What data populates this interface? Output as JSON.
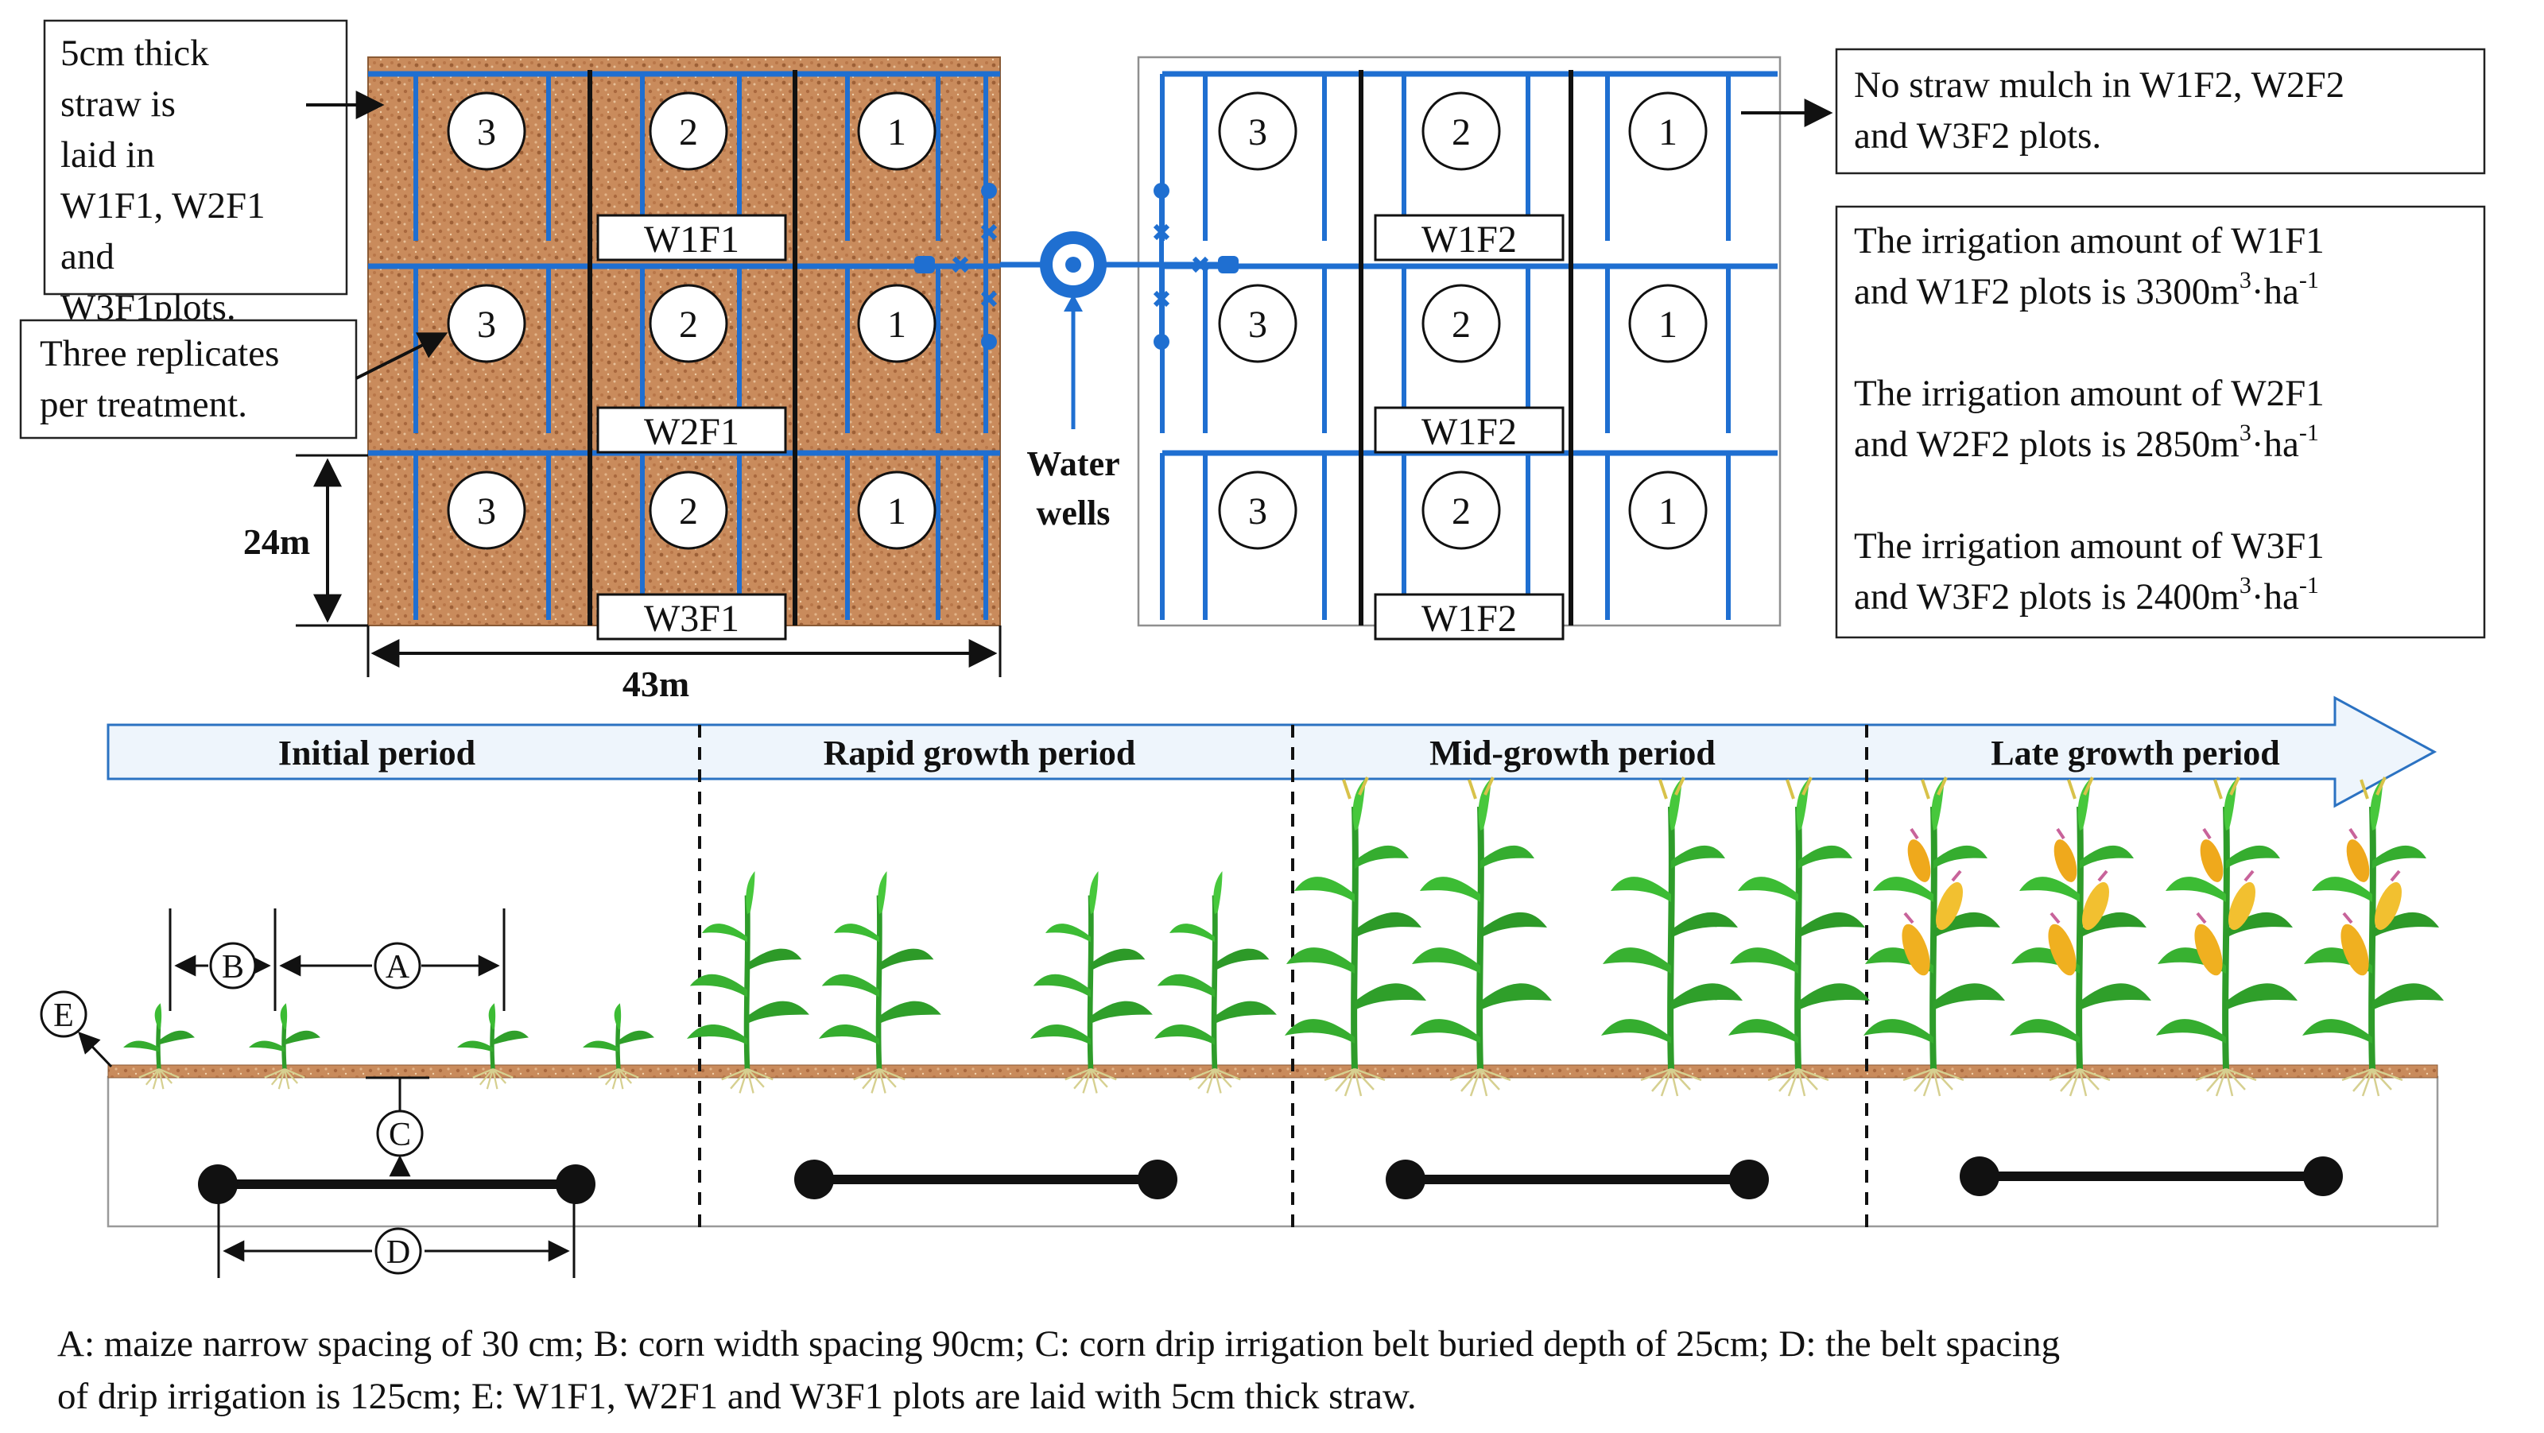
{
  "callouts": {
    "straw_laid": "5cm thick straw is laid in W1F1, W2F1 and W3F1plots.",
    "replicates": "Three replicates per treatment.",
    "no_straw": "No straw mulch in W1F2, W2F2 and W3F2 plots."
  },
  "irrigation": [
    {
      "text": "The irrigation amount of W1F1 and W1F2 plots is 3300m",
      "sup1": "3",
      "mid": "·ha",
      "sup2": "-1"
    },
    {
      "text": "The irrigation amount of W2F1 and W2F2 plots is 2850m",
      "sup1": "3",
      "mid": "·ha",
      "sup2": "-1"
    },
    {
      "text": "The irrigation amount of W3F1 and W3F2 plots is 2400m",
      "sup1": "3",
      "mid": "·ha",
      "sup2": "-1"
    }
  ],
  "field_left": {
    "rows": [
      {
        "label": "W1F1",
        "replicates": [
          "3",
          "2",
          "1"
        ]
      },
      {
        "label": "W2F1",
        "replicates": [
          "3",
          "2",
          "1"
        ]
      },
      {
        "label": "W3F1",
        "replicates": [
          "3",
          "2",
          "1"
        ]
      }
    ]
  },
  "field_right": {
    "rows": [
      {
        "label": "W1F2",
        "replicates": [
          "3",
          "2",
          "1"
        ]
      },
      {
        "label": "W1F2",
        "replicates": [
          "3",
          "2",
          "1"
        ]
      },
      {
        "label": "W1F2",
        "replicates": [
          "3",
          "2",
          "1"
        ]
      }
    ]
  },
  "water_wells": "Water wells",
  "dimensions": {
    "height": "24m",
    "width": "43m"
  },
  "periods": [
    "Initial period",
    "Rapid growth period",
    "Mid-growth period",
    "Late growth period"
  ],
  "markers": {
    "A": "A",
    "B": "B",
    "C": "C",
    "D": "D",
    "E": "E"
  },
  "caption": {
    "line1": "A: maize narrow spacing of 30 cm; B: corn width spacing 90cm; C: corn drip irrigation belt buried depth of 25cm; D: the belt spacing",
    "line2": "of drip irrigation is 125cm; E: W1F1, W2F1 and W3F1 plots are laid with 5cm thick straw."
  },
  "colors": {
    "pipe": "#1f6fd1",
    "straw": "#c8895a",
    "soil": "#c8895a",
    "arrow_fill": "#eef5fc",
    "arrow_stroke": "#2b72c2",
    "leaf": "#2ea82a",
    "cob": "#f0b020",
    "root": "#d8d39a"
  }
}
